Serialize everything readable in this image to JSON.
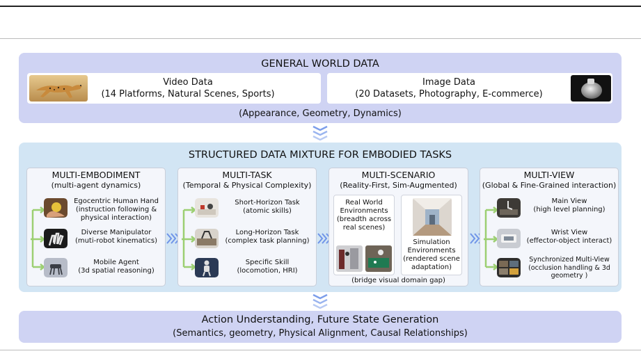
{
  "general": {
    "title": "GENERAL WORLD DATA",
    "video": {
      "title": "Video Data",
      "subtitle": "(14 Platforms, Natural Scenes, Sports)",
      "icon": "cheetah-photo-icon"
    },
    "image": {
      "title": "Image Data",
      "subtitle": "(20 Datasets, Photography, E-commerce)",
      "icon": "vase-photo-icon"
    },
    "footnote": "(Appearance, Geometry, Dynamics)"
  },
  "structured": {
    "title": "STRUCTURED DATA MIXTURE FOR EMBODIED TASKS",
    "columns": [
      {
        "title": "MULTI-EMBODIMENT",
        "subtitle": "(multi-agent dynamics)",
        "items": [
          {
            "title": "Egocentric Human Hand",
            "desc": "(instruction following & physical interaction)"
          },
          {
            "title": "Diverse Manipulator",
            "desc": "(muti-robot kinematics)"
          },
          {
            "title": "Mobile Agent",
            "desc": "(3d spatial reasoning)"
          }
        ]
      },
      {
        "title": "MULTI-TASK",
        "subtitle": "(Temporal & Physical Complexity)",
        "items": [
          {
            "title": "Short-Horizon Task",
            "desc": "(atomic skills)"
          },
          {
            "title": "Long-Horizon Task",
            "desc": "(complex task planning)"
          },
          {
            "title": "Specific Skill",
            "desc": "(locomotion, HRI)"
          }
        ]
      },
      {
        "title": "MULTI-SCENARIO",
        "subtitle": "(Reality-First, Sim-Augmented)",
        "real": {
          "title": "Real World Environments",
          "desc": "(breadth across real scenes)"
        },
        "sim": {
          "title": "Simulation Environments",
          "desc": "(rendered scene adaptation)"
        },
        "footnote": "(bridge visual domain gap)"
      },
      {
        "title": "MULTI-VIEW",
        "subtitle": "(Global & Fine-Grained interaction)",
        "items": [
          {
            "title": "Main View",
            "desc": "(high level planning)"
          },
          {
            "title": "Wrist View",
            "desc": "(effector-object interact)"
          },
          {
            "title": "Synchronized Multi-View",
            "desc": "(occlusion handling & 3d geometry )"
          }
        ]
      }
    ]
  },
  "bottom": {
    "line1": "Action Understanding, Future State Generation",
    "line2": "(Semantics, geometry, Physical Alignment, Causal Relationships)"
  },
  "colors": {
    "panel_lavender": "#cfd3f3",
    "panel_blue": "#d2e5f4",
    "tree_green": "#9ccf72",
    "arrow_blue": "#6f94e8"
  }
}
